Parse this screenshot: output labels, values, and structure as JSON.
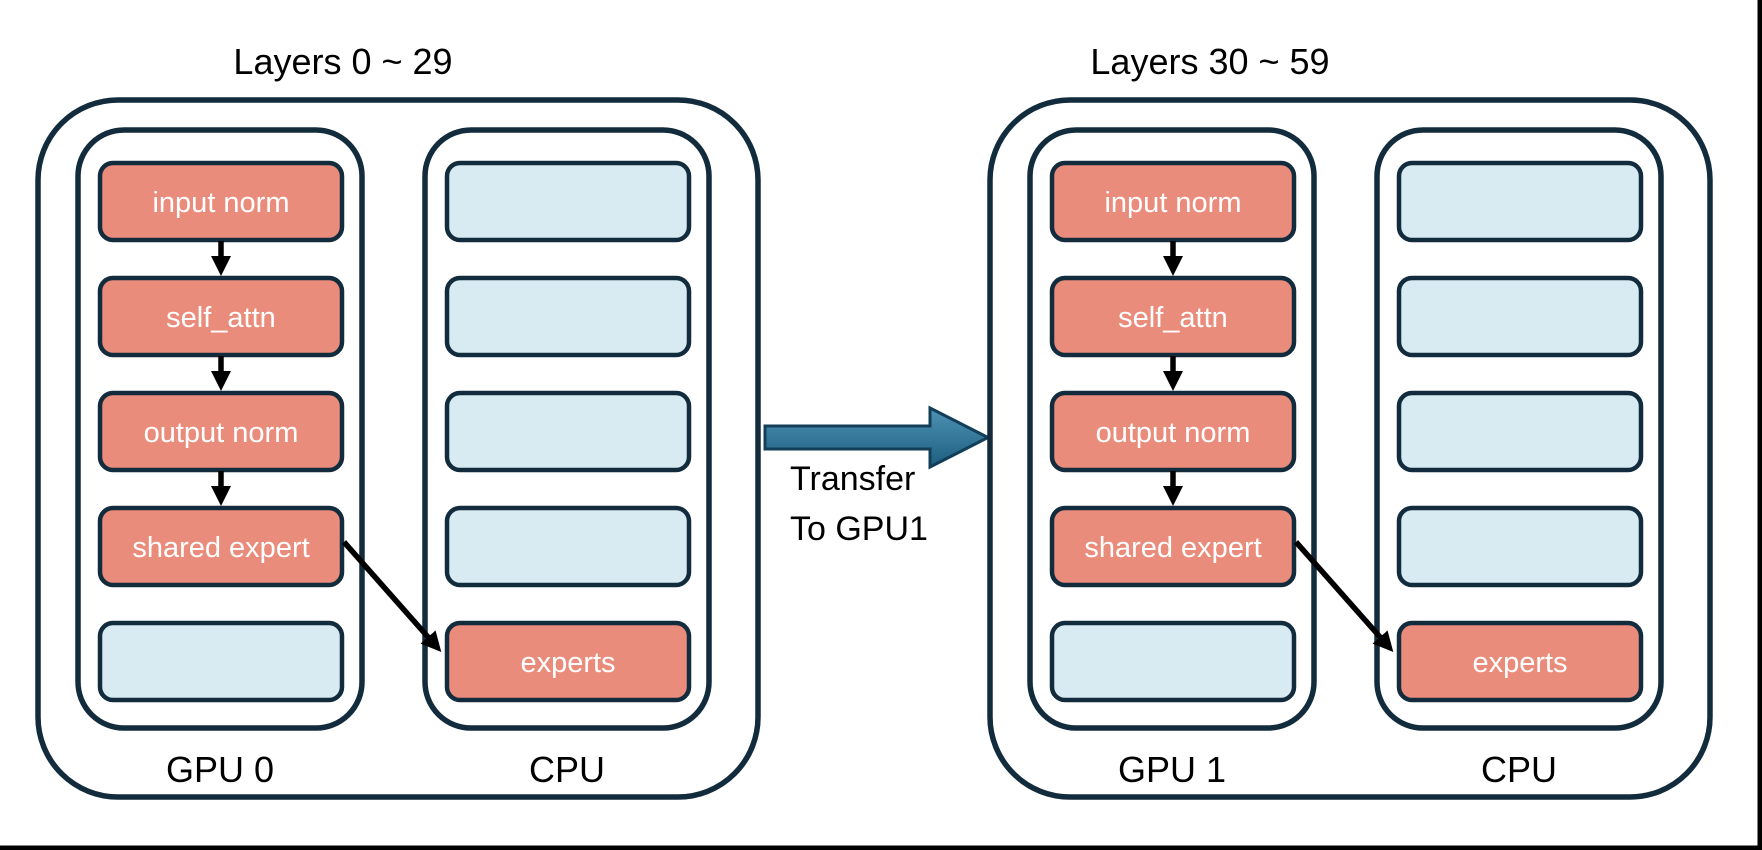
{
  "colors": {
    "background": "#FFFFFF",
    "outline": "#132C3D",
    "connector": "#000000",
    "box_active": "#EA8C7B",
    "box_empty": "#D8EBF2",
    "box_text": "#FFFFFF",
    "label_text": "#000000",
    "transfer_fill_light": "#4E93B4",
    "transfer_fill_dark": "#1D5E80",
    "transfer_stroke": "#123F57",
    "frame_border": "#000000"
  },
  "transfer": {
    "line1": "Transfer",
    "line2": "To GPU1"
  },
  "groups": [
    {
      "title": "Layers 0 ~ 29",
      "gpu_label": "GPU 0",
      "cpu_label": "CPU",
      "gpu_boxes": [
        {
          "label": "input norm",
          "type": "active"
        },
        {
          "label": "self_attn",
          "type": "active"
        },
        {
          "label": "output norm",
          "type": "active"
        },
        {
          "label": "shared expert",
          "type": "active"
        },
        {
          "label": "",
          "type": "empty"
        }
      ],
      "cpu_boxes": [
        {
          "label": "",
          "type": "empty"
        },
        {
          "label": "",
          "type": "empty"
        },
        {
          "label": "",
          "type": "empty"
        },
        {
          "label": "",
          "type": "empty"
        },
        {
          "label": "experts",
          "type": "active"
        }
      ]
    },
    {
      "title": "Layers 30 ~ 59",
      "gpu_label": "GPU 1",
      "cpu_label": "CPU",
      "gpu_boxes": [
        {
          "label": "input norm",
          "type": "active"
        },
        {
          "label": "self_attn",
          "type": "active"
        },
        {
          "label": "output norm",
          "type": "active"
        },
        {
          "label": "shared expert",
          "type": "active"
        },
        {
          "label": "",
          "type": "empty"
        }
      ],
      "cpu_boxes": [
        {
          "label": "",
          "type": "empty"
        },
        {
          "label": "",
          "type": "empty"
        },
        {
          "label": "",
          "type": "empty"
        },
        {
          "label": "",
          "type": "empty"
        },
        {
          "label": "experts",
          "type": "active"
        }
      ]
    }
  ]
}
